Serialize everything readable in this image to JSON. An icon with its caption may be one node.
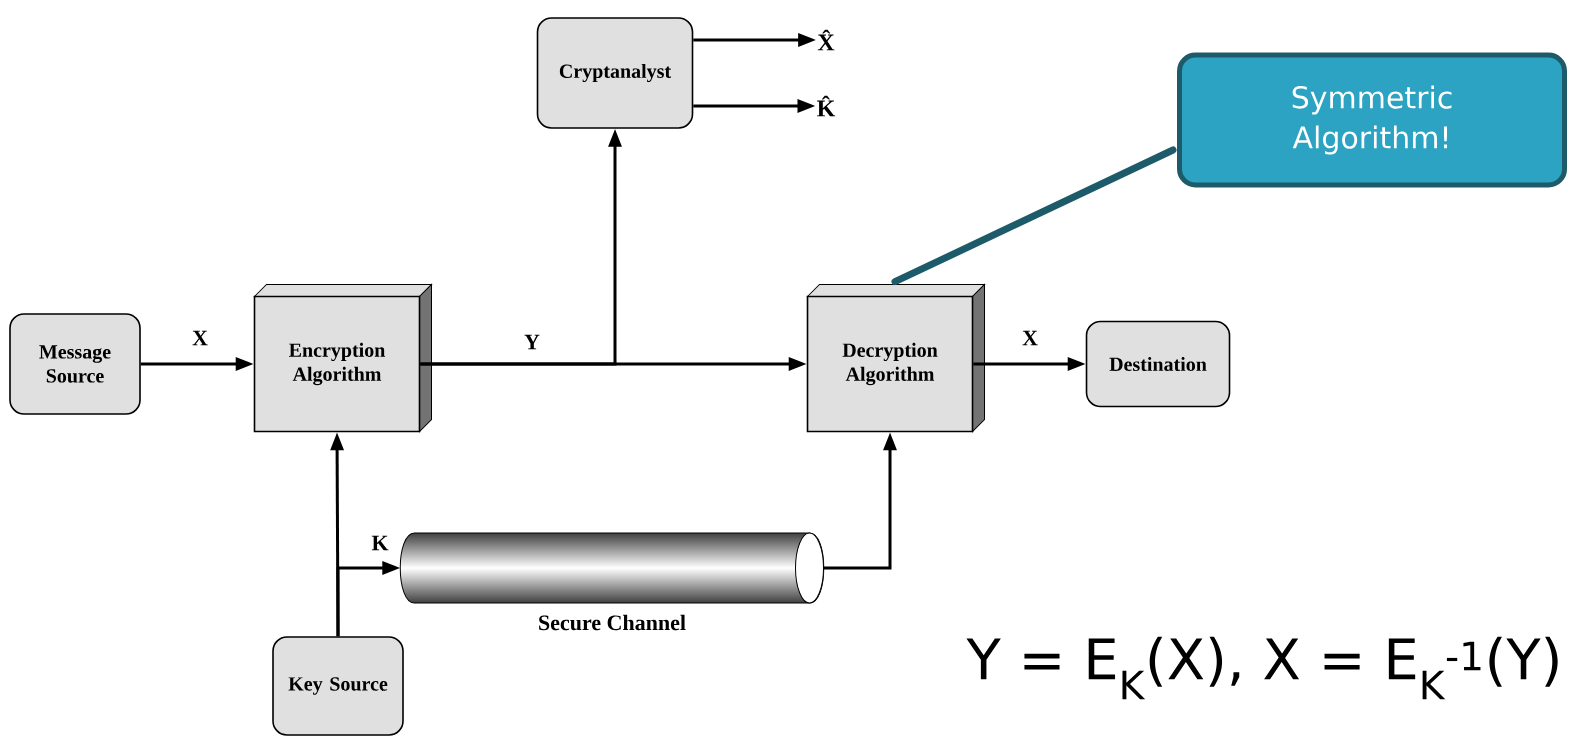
{
  "diagram": {
    "nodes": [
      {
        "text": [
          "Message Source"
        ]
      },
      {
        "text": [
          "Encryption Algorithm"
        ]
      },
      {
        "text": [
          "Cryptanalyst"
        ]
      },
      {
        "text": [
          "Decryption Algorithm"
        ]
      },
      {
        "text": [
          "Destination"
        ]
      },
      {
        "text": [
          "Key Source"
        ]
      },
      {
        "text": [],
        "shape": "cylinder",
        "beside": [
          "Secure Channel"
        ]
      },
      {
        "text": [
          "Symmetric Algorithm!"
        ]
      },
      {
        "text": [
          "X̂"
        ]
      },
      {
        "text": [
          "K̂"
        ]
      }
    ],
    "edges": [
      {
        "from": 0,
        "to": 1,
        "arrow": "to",
        "label": "X"
      },
      {
        "from": 1,
        "to": 3,
        "arrow": "to",
        "label": "Y"
      },
      {
        "from": 1,
        "to": 2,
        "arrow": "to"
      },
      {
        "from": 2,
        "to": 8,
        "arrow": "to"
      },
      {
        "from": 2,
        "to": 9,
        "arrow": "to"
      },
      {
        "from": 3,
        "to": 4,
        "arrow": "to",
        "label": "X"
      },
      {
        "from": 5,
        "to": 1,
        "arrow": "to"
      },
      {
        "from": 5,
        "to": 6,
        "arrow": "to",
        "label": "K"
      },
      {
        "from": 6,
        "to": 3,
        "arrow": "to"
      },
      {
        "from": 7,
        "to": 3,
        "arrow": "none",
        "style": "thick",
        "color": "#1d5a6a"
      }
    ],
    "labels": [
      "Y = E$_{K}$(X), X = E$_{K}$$^{-1}$(Y)"
    ]
  }
}
